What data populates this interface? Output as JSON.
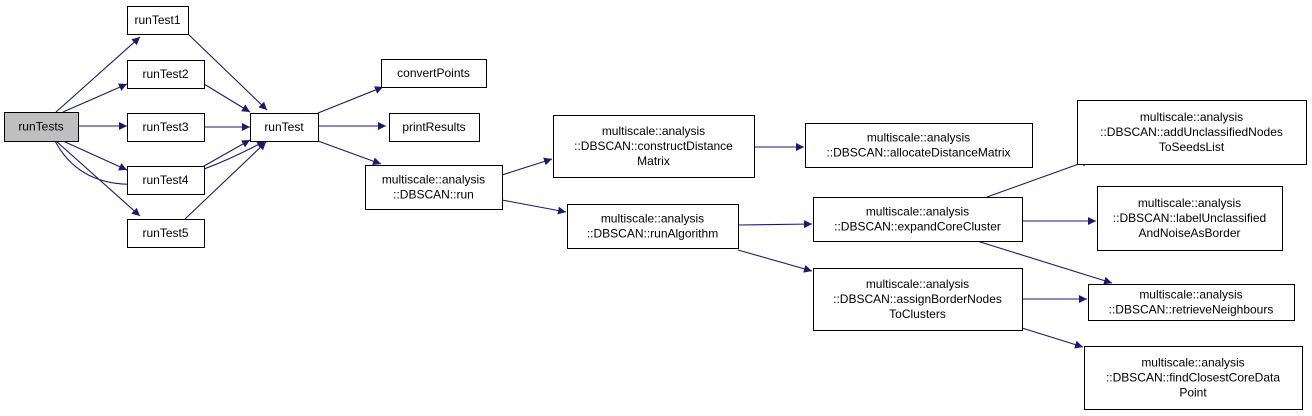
{
  "colors": {
    "edge": "#191970",
    "node_fill": "#ffffff",
    "highlight_fill": "#bfbfbf",
    "border": "#000000"
  },
  "nodes": [
    {
      "id": "runTests",
      "lines": [
        "runTests"
      ],
      "highlight": true
    },
    {
      "id": "runTest1",
      "lines": [
        "runTest1"
      ]
    },
    {
      "id": "runTest2",
      "lines": [
        "runTest2"
      ]
    },
    {
      "id": "runTest3",
      "lines": [
        "runTest3"
      ]
    },
    {
      "id": "runTest4",
      "lines": [
        "runTest4"
      ]
    },
    {
      "id": "runTest5",
      "lines": [
        "runTest5"
      ]
    },
    {
      "id": "runTest",
      "lines": [
        "runTest"
      ]
    },
    {
      "id": "convertPoints",
      "lines": [
        "convertPoints"
      ]
    },
    {
      "id": "printResults",
      "lines": [
        "printResults"
      ]
    },
    {
      "id": "run",
      "lines": [
        "multiscale::analysis",
        "::DBSCAN::run"
      ]
    },
    {
      "id": "constructDistanceMatrix",
      "lines": [
        "multiscale::analysis",
        "::DBSCAN::constructDistance",
        "Matrix"
      ]
    },
    {
      "id": "allocateDistanceMatrix",
      "lines": [
        "multiscale::analysis",
        "::DBSCAN::allocateDistanceMatrix"
      ]
    },
    {
      "id": "runAlgorithm",
      "lines": [
        "multiscale::analysis",
        "::DBSCAN::runAlgorithm"
      ]
    },
    {
      "id": "expandCoreCluster",
      "lines": [
        "multiscale::analysis",
        "::DBSCAN::expandCoreCluster"
      ]
    },
    {
      "id": "assignBorderNodesToClusters",
      "lines": [
        "multiscale::analysis",
        "::DBSCAN::assignBorderNodes",
        "ToClusters"
      ]
    },
    {
      "id": "addUnclassifiedNodesToSeedsList",
      "lines": [
        "multiscale::analysis",
        "::DBSCAN::addUnclassifiedNodes",
        "ToSeedsList"
      ]
    },
    {
      "id": "labelUnclassifiedAndNoiseAsBorder",
      "lines": [
        "multiscale::analysis",
        "::DBSCAN::labelUnclassified",
        "AndNoiseAsBorder"
      ]
    },
    {
      "id": "retrieveNeighbours",
      "lines": [
        "multiscale::analysis",
        "::DBSCAN::retrieveNeighbours"
      ]
    },
    {
      "id": "findClosestCoreDataPoint",
      "lines": [
        "multiscale::analysis",
        "::DBSCAN::findClosestCoreData",
        "Point"
      ]
    }
  ],
  "edges": [
    {
      "from": "runTests",
      "to": "runTest1"
    },
    {
      "from": "runTests",
      "to": "runTest2"
    },
    {
      "from": "runTests",
      "to": "runTest3"
    },
    {
      "from": "runTests",
      "to": "runTest4"
    },
    {
      "from": "runTests",
      "to": "runTest5"
    },
    {
      "from": "runTests",
      "to": "runTest"
    },
    {
      "from": "runTest1",
      "to": "runTest"
    },
    {
      "from": "runTest2",
      "to": "runTest"
    },
    {
      "from": "runTest3",
      "to": "runTest"
    },
    {
      "from": "runTest4",
      "to": "runTest"
    },
    {
      "from": "runTest5",
      "to": "runTest"
    },
    {
      "from": "runTest",
      "to": "convertPoints"
    },
    {
      "from": "runTest",
      "to": "printResults"
    },
    {
      "from": "runTest",
      "to": "run"
    },
    {
      "from": "run",
      "to": "constructDistanceMatrix"
    },
    {
      "from": "run",
      "to": "runAlgorithm"
    },
    {
      "from": "constructDistanceMatrix",
      "to": "allocateDistanceMatrix"
    },
    {
      "from": "runAlgorithm",
      "to": "expandCoreCluster"
    },
    {
      "from": "runAlgorithm",
      "to": "assignBorderNodesToClusters"
    },
    {
      "from": "expandCoreCluster",
      "to": "addUnclassifiedNodesToSeedsList"
    },
    {
      "from": "expandCoreCluster",
      "to": "labelUnclassifiedAndNoiseAsBorder"
    },
    {
      "from": "expandCoreCluster",
      "to": "retrieveNeighbours"
    },
    {
      "from": "assignBorderNodesToClusters",
      "to": "retrieveNeighbours"
    },
    {
      "from": "assignBorderNodesToClusters",
      "to": "findClosestCoreDataPoint"
    }
  ]
}
